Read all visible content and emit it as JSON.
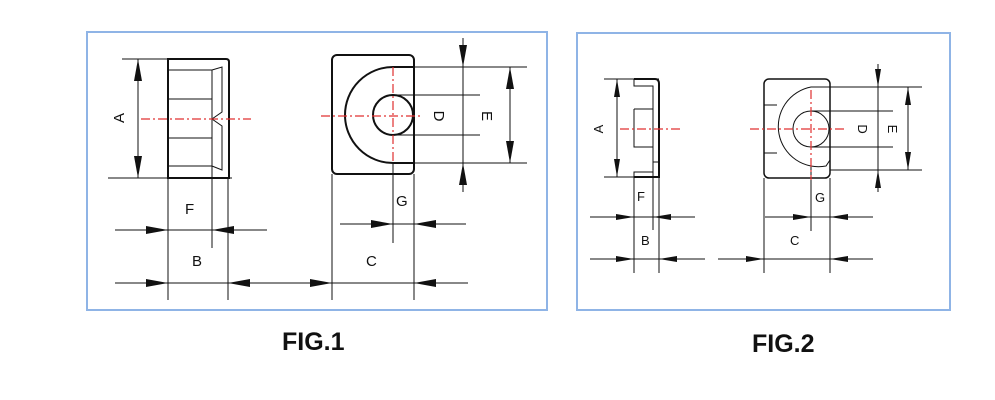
{
  "figures": [
    {
      "caption": "FIG.1",
      "labels": {
        "A": "A",
        "B": "B",
        "C": "C",
        "D": "D",
        "E": "E",
        "F": "F",
        "G": "G"
      }
    },
    {
      "caption": "FIG.2",
      "labels": {
        "A": "A",
        "B": "B",
        "C": "C",
        "D": "D",
        "E": "E",
        "F": "F",
        "G": "G"
      }
    }
  ],
  "colors": {
    "frame": "#8fb4e6",
    "centerline": "#e03030",
    "line": "#111111"
  }
}
